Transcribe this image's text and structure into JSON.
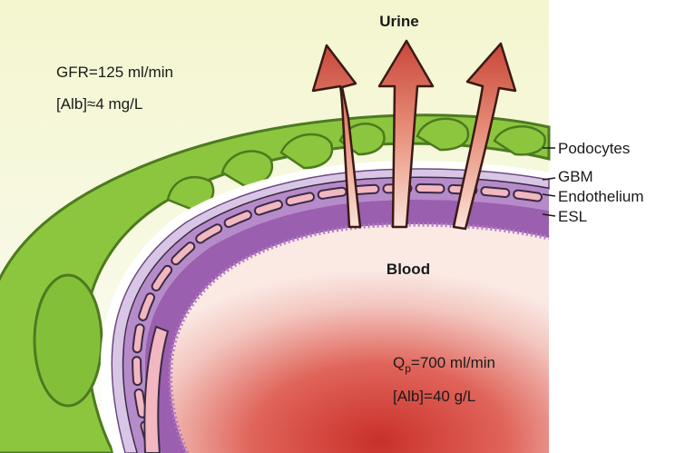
{
  "labels": {
    "urine": "Urine",
    "blood": "Blood",
    "podocytes": "Podocytes",
    "gbm": "GBM",
    "endothelium": "Endothelium",
    "esl": "ESL"
  },
  "urine_side": {
    "gfr": "GFR=125 ml/min",
    "alb": "[Alb]≈4 mg/L"
  },
  "blood_side": {
    "qp_prefix": "Q",
    "qp_subscript": "p",
    "qp_value": "=700 ml/min",
    "alb": "[Alb]=40 g/L"
  },
  "colors": {
    "background_top": "#f3f5c8",
    "podocyte_green": "#8cc63f",
    "podocyte_dark": "#4d7a1f",
    "gbm_lavender": "#d9c6e6",
    "endothelium_pink": "#f2b7c1",
    "esl_purple": "#9b5fb0",
    "blood_red": "#d8413a",
    "arrow_red": "#c9473a"
  }
}
